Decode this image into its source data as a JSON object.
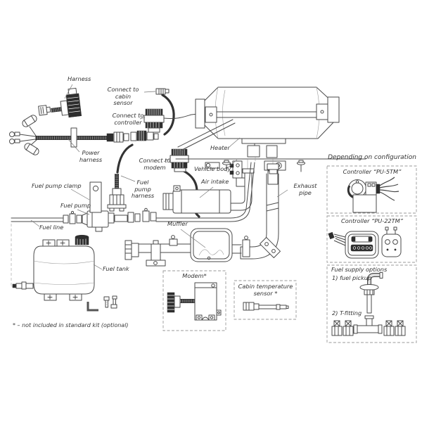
{
  "palette": {
    "background": "#ffffff",
    "line": "#4a4a4a",
    "dark": "#2e2e2e",
    "dashed_box": "#999999",
    "label_text": "#333333"
  },
  "labels": {
    "harness": "Harness",
    "connect_cabin_sensor": "Connect to cabin\nsensor",
    "connect_controller": "Connect to\ncontroller",
    "power_harness": "Power\nharness",
    "connect_modem": "Connect to\nmodem",
    "heater": "Heater",
    "vehicle_body": "Vehicle body",
    "air_intake": "Air intake",
    "exhaust_pipe": "Exhaust\npipe",
    "fuel_pump_clamp": "Fuel pump clamp",
    "fuel_pump_harness": "Fuel\npump\nharness",
    "fuel_pump": "Fuel pump",
    "fuel_line": "Fuel line",
    "muffler": "Muffler",
    "fuel_tank": "Fuel tank",
    "modem": "Modem*",
    "cabin_temperature_sensor": "Cabin temperature\nsensor *"
  },
  "config_panel": {
    "title": "Depending on configuration",
    "controller_pu5tm": "Controller “PU-5TM”",
    "controller_pu22tm": "Controller “PU-22TM”",
    "fuel_supply_title": "Fuel supply options",
    "option_fuel_pickup": "1) fuel pickup",
    "option_t_fitting": "2) T-fitting"
  },
  "footnote": "* – not included in standard kit (optional)"
}
